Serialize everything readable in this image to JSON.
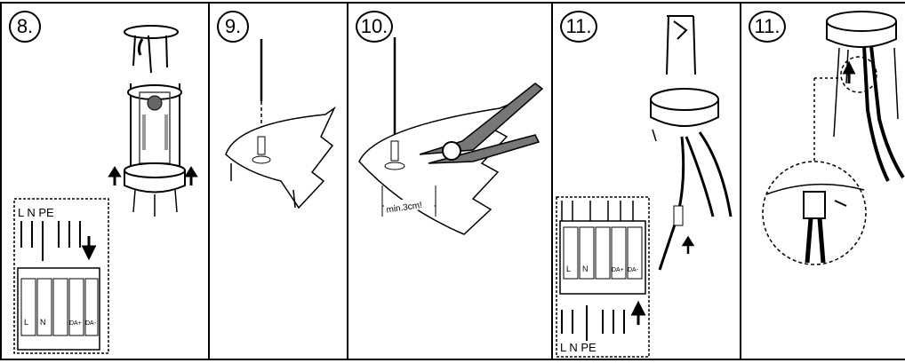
{
  "steps": [
    {
      "number": "8."
    },
    {
      "number": "9."
    },
    {
      "number": "10."
    },
    {
      "number": "11."
    },
    {
      "number": "11."
    }
  ],
  "labels": {
    "terminal_top_step8": "L N PE",
    "terminal_cells_step8": [
      "L",
      "N",
      "",
      "DA+",
      "DA-"
    ],
    "measurement": "min.3cm!",
    "terminal_cells_step11": [
      "L",
      "N",
      "",
      "DA+",
      "DA-"
    ],
    "terminal_bottom_step11": "L N PE"
  }
}
